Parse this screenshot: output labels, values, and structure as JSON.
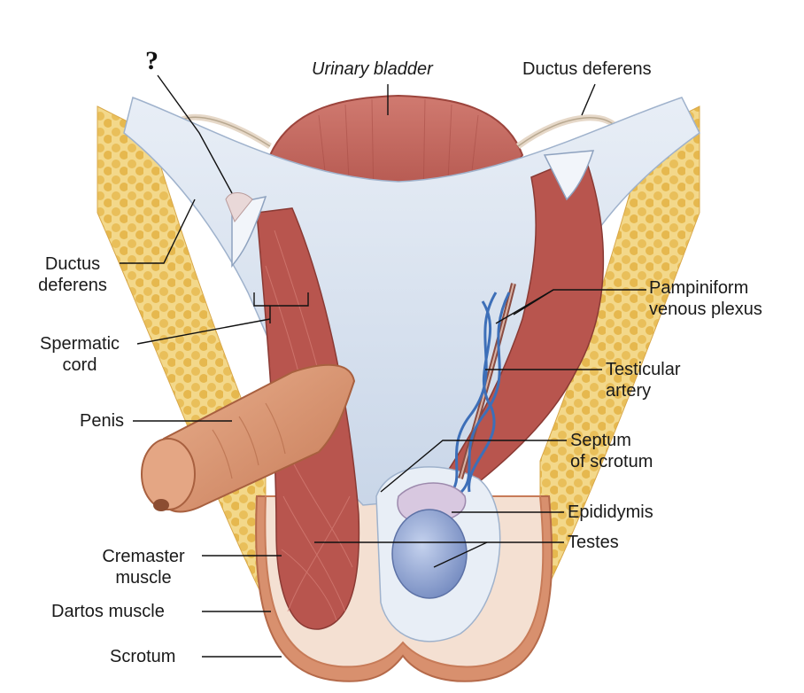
{
  "question_mark": "?",
  "labels": {
    "urinary_bladder": "Urinary bladder",
    "ductus_deferens_top": "Ductus deferens",
    "ductus_deferens_left_1": "Ductus",
    "ductus_deferens_left_2": "deferens",
    "spermatic_cord_1": "Spermatic",
    "spermatic_cord_2": "cord",
    "penis": "Penis",
    "cremaster_1": "Cremaster",
    "cremaster_2": "muscle",
    "dartos": "Dartos muscle",
    "scrotum": "Scrotum",
    "pampiniform_1": "Pampiniform",
    "pampiniform_2": "venous plexus",
    "testicular_1": "Testicular",
    "testicular_2": "artery",
    "septum_1": "Septum",
    "septum_2": "of scrotum",
    "epididymis": "Epididymis",
    "testes": "Testes"
  },
  "colors": {
    "fat": "#f2d27a",
    "fat_dots": "#e6b84e",
    "fascia": "#dce6f2",
    "muscle": "#b8554e",
    "bladder": "#c46a62",
    "skin": "#d99a78",
    "testis": "#8fa6d4",
    "vein": "#3d6fb8"
  }
}
